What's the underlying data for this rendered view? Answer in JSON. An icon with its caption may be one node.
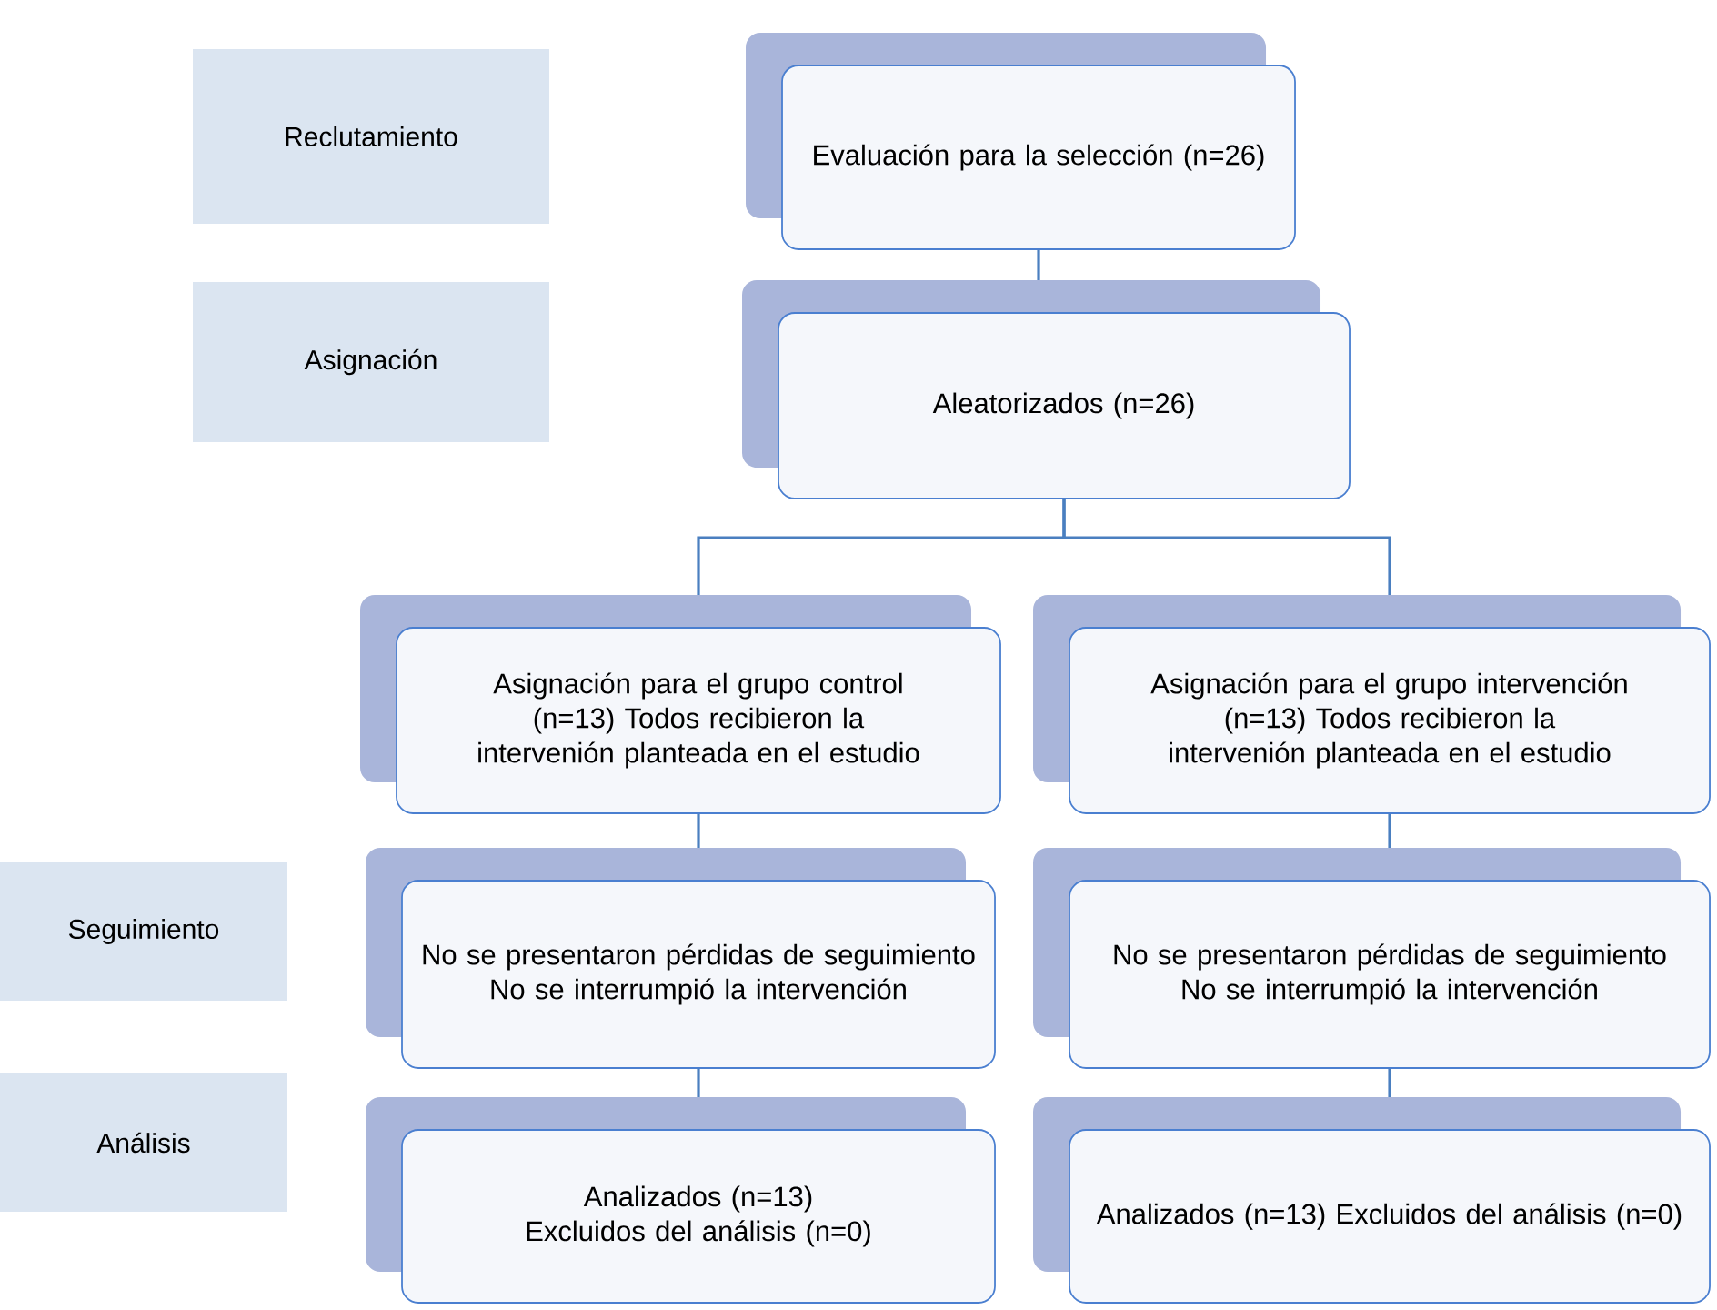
{
  "diagram": {
    "nodes": [
      {
        "text": [
          "Reclutamiento"
        ]
      },
      {
        "text": [
          "Evaluación para la selección (n=26)"
        ]
      },
      {
        "text": [
          "Asignación"
        ]
      },
      {
        "text": [
          "Aleatorizados (n=26)"
        ]
      },
      {
        "text": [
          "Asignación para el grupo control (n=13) Todos recibieron la intervenión planteada en el estudio"
        ]
      },
      {
        "text": [
          "Asignación para el grupo intervención (n=13) Todos recibieron la intervenión planteada en el estudio"
        ]
      },
      {
        "text": [
          "Seguimiento"
        ]
      },
      {
        "text": [
          "No se presentaron pérdidas de seguimiento No se interrumpió la intervención"
        ]
      },
      {
        "text": [
          "No se presentaron pérdidas de seguimiento No se interrumpió la intervención"
        ]
      },
      {
        "text": [
          "Análisis"
        ]
      },
      {
        "text": [
          "Analizados (n=13) Excluidos del análisis (n=0)"
        ]
      },
      {
        "text": [
          "Analizados (n=13) Excluidos del análisis (n=0)"
        ]
      }
    ],
    "edges": [
      {
        "from": 1,
        "to": 3,
        "arrow": "none"
      },
      {
        "from": 3,
        "to": 4,
        "arrow": "none"
      },
      {
        "from": 3,
        "to": 5,
        "arrow": "none"
      },
      {
        "from": 4,
        "to": 7,
        "arrow": "none"
      },
      {
        "from": 5,
        "to": 8,
        "arrow": "none"
      },
      {
        "from": 7,
        "to": 10,
        "arrow": "none"
      },
      {
        "from": 8,
        "to": 11,
        "arrow": "none"
      }
    ]
  }
}
